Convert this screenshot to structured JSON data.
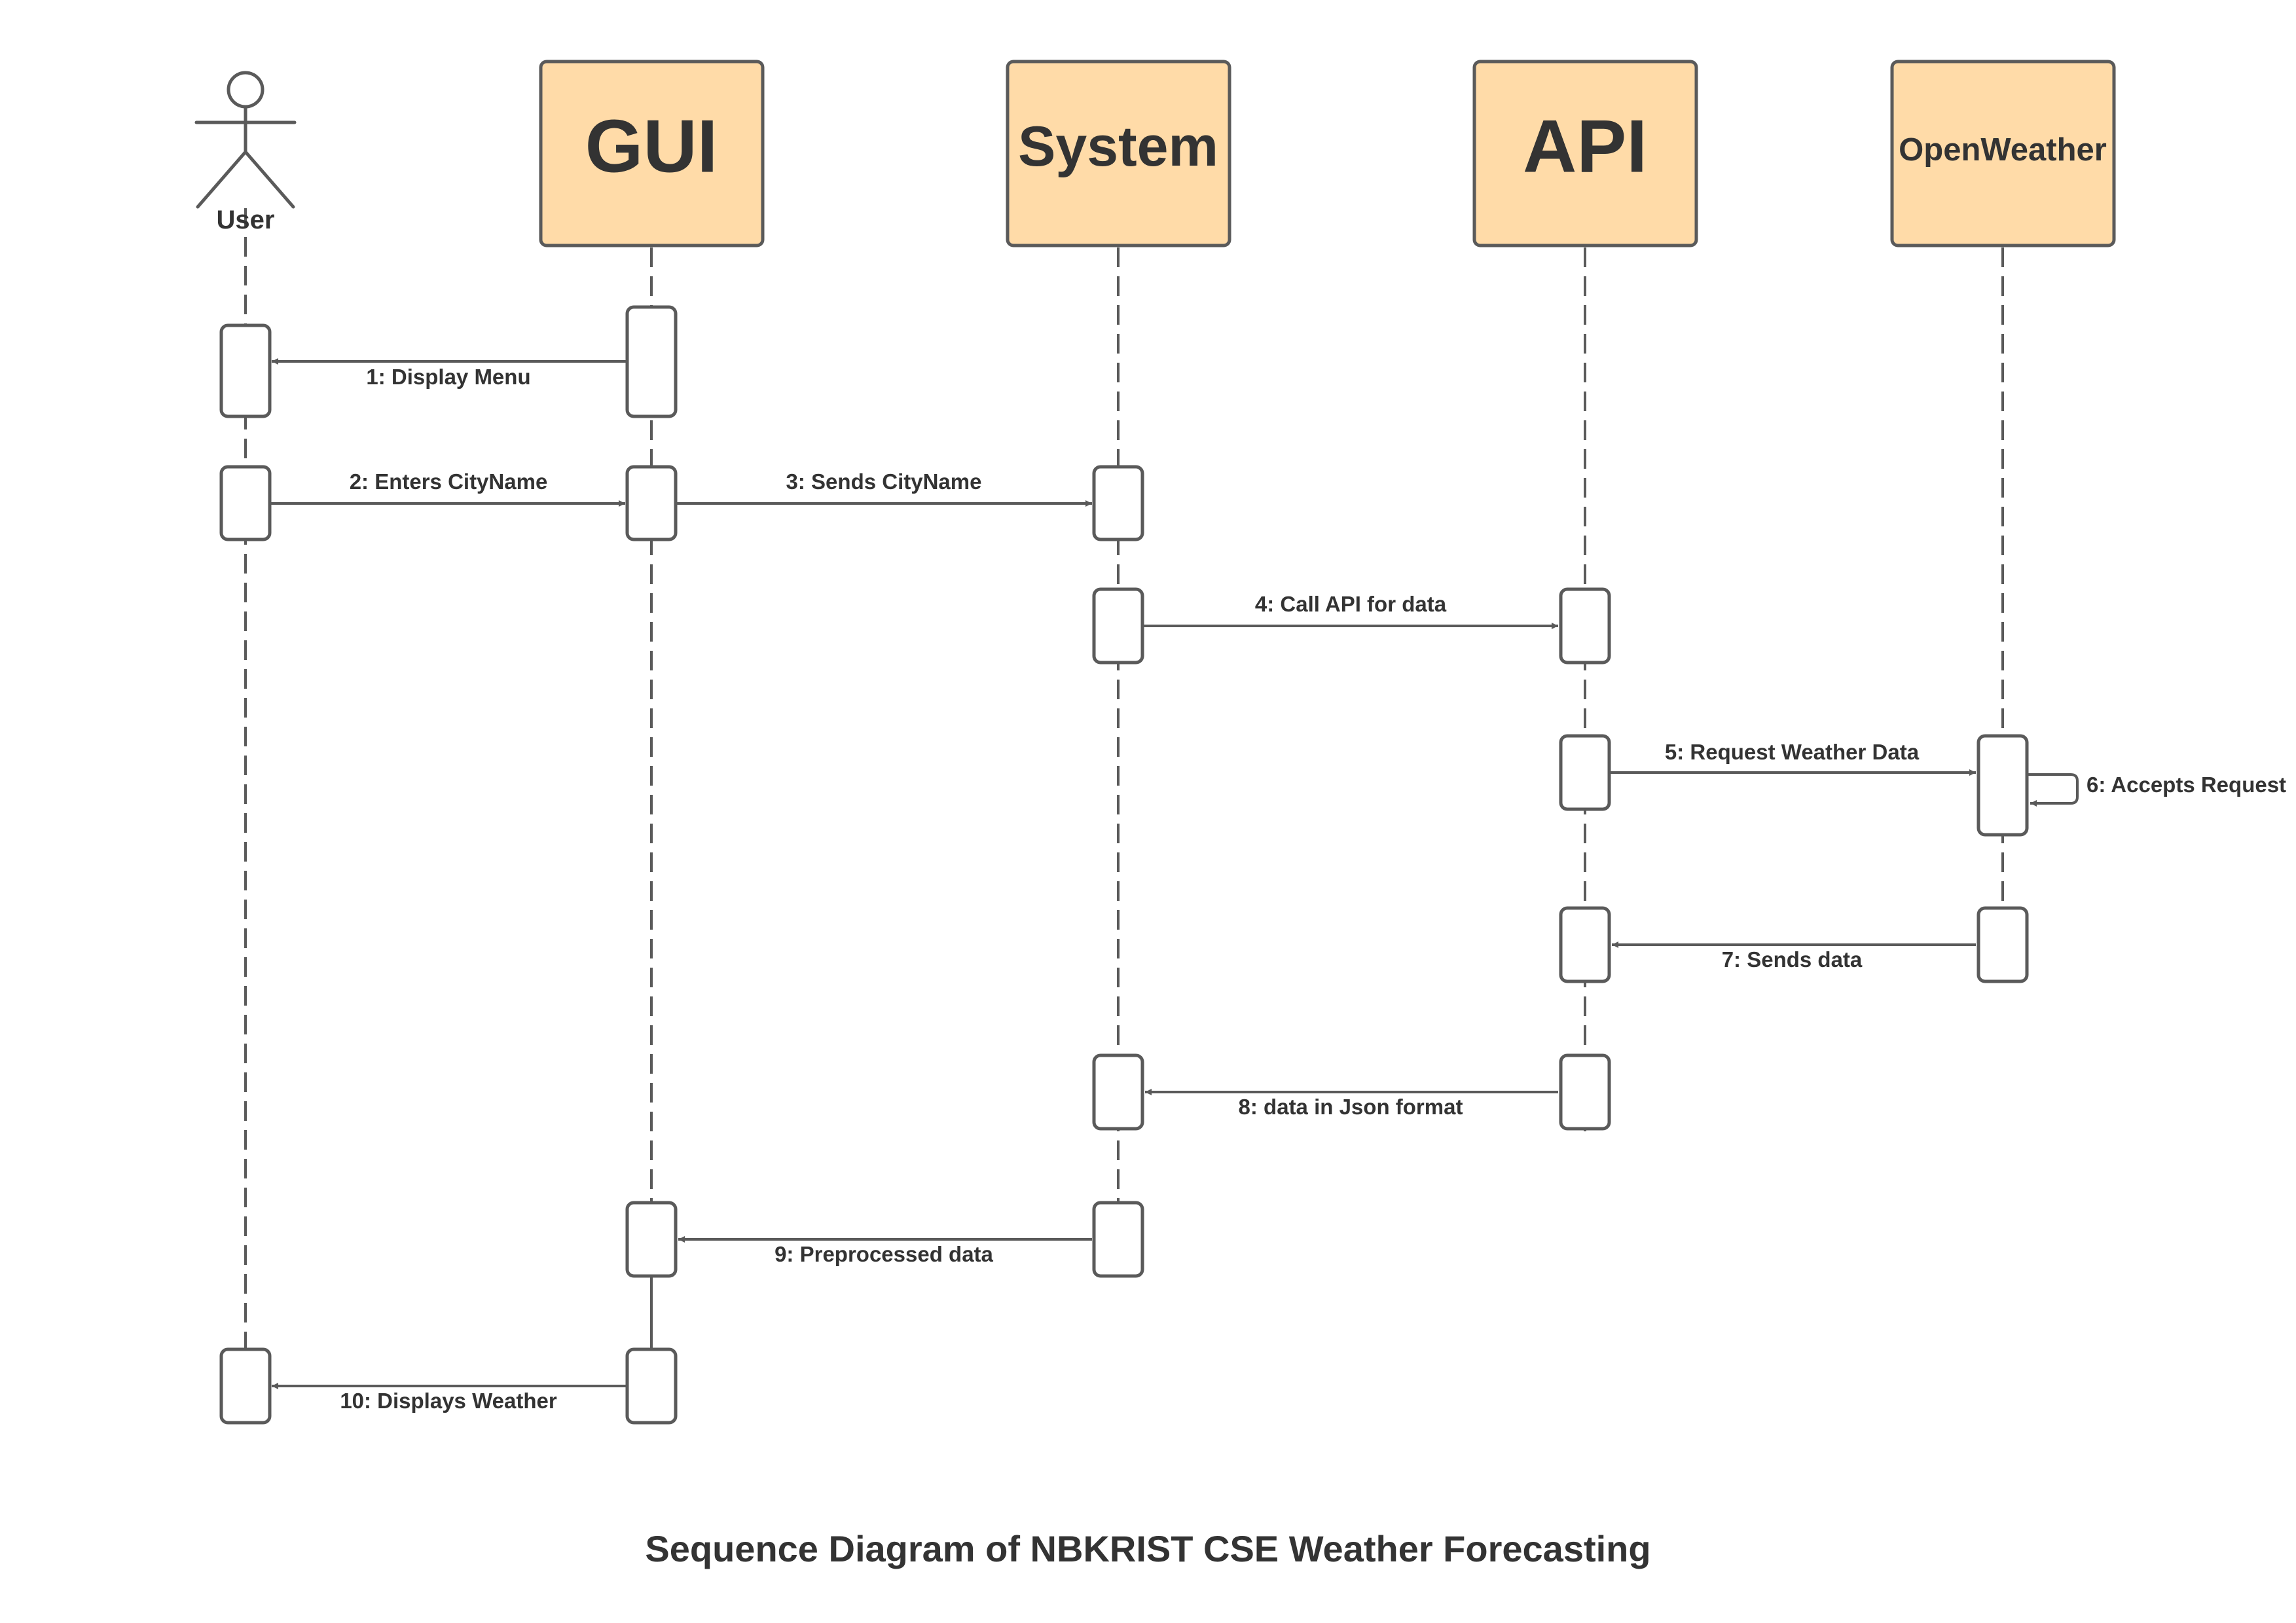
{
  "participants": [
    {
      "id": "user",
      "label": "User",
      "kind": "actor"
    },
    {
      "id": "gui",
      "label": "GUI",
      "kind": "box"
    },
    {
      "id": "system",
      "label": "System",
      "kind": "box"
    },
    {
      "id": "api",
      "label": "API",
      "kind": "box"
    },
    {
      "id": "openweather",
      "label": "OpenWeather",
      "kind": "box"
    }
  ],
  "messages": [
    {
      "label": "1: Display Menu",
      "from": "gui",
      "to": "user"
    },
    {
      "label": "2: Enters CityName",
      "from": "user",
      "to": "gui"
    },
    {
      "label": "3: Sends CityName",
      "from": "gui",
      "to": "system"
    },
    {
      "label": "4: Call API for data",
      "from": "system",
      "to": "api"
    },
    {
      "label": "5: Request Weather Data",
      "from": "api",
      "to": "openweather"
    },
    {
      "label": "6: Accepts Request",
      "from": "openweather",
      "to": "openweather"
    },
    {
      "label": "7: Sends data",
      "from": "openweather",
      "to": "api"
    },
    {
      "label": "8: data in Json format",
      "from": "api",
      "to": "system"
    },
    {
      "label": "9: Preprocessed data",
      "from": "system",
      "to": "gui"
    },
    {
      "label": "10: Displays Weather",
      "from": "gui",
      "to": "user"
    }
  ],
  "caption": "Sequence Diagram of NBKRIST CSE Weather Forecasting",
  "colors": {
    "box_fill": "#FFDBA8",
    "stroke": "#5A5A5A",
    "text": "#333333"
  }
}
